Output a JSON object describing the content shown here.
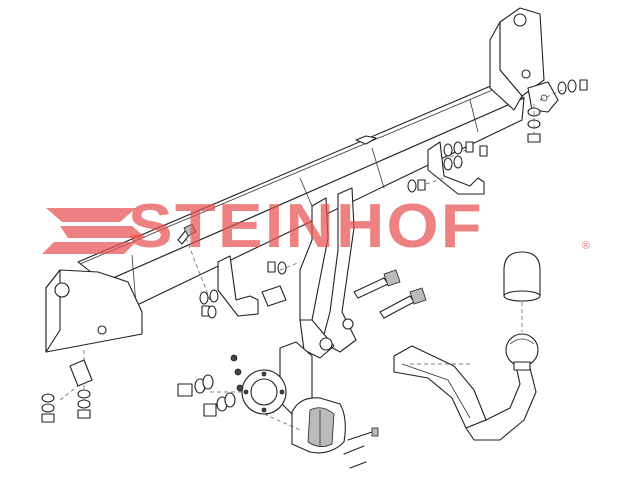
{
  "brand": {
    "name": "STEINHOF",
    "registered": "®",
    "color": "#e75050"
  },
  "diagram": {
    "type": "exploded-assembly",
    "subject": "tow bar",
    "parts": [
      "crossbar",
      "left-side-bracket",
      "right-side-bracket",
      "center-mounting-plates",
      "tow-ball-neck",
      "tow-ball",
      "ball-cover",
      "socket-plate",
      "electrical-socket",
      "bolts",
      "nuts",
      "washers"
    ]
  }
}
